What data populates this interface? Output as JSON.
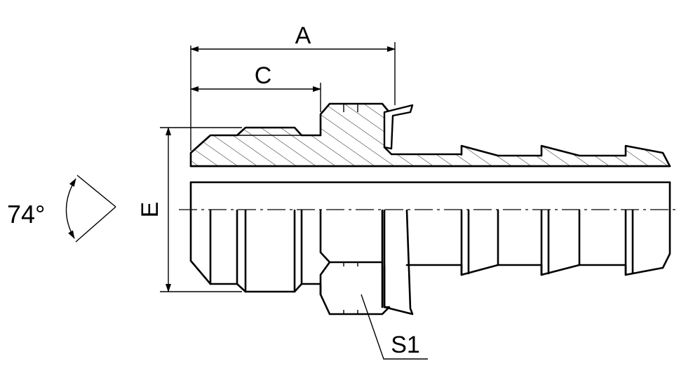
{
  "drawing": {
    "labels": {
      "dim_a": "A",
      "dim_c": "C",
      "dim_e": "E",
      "dim_s1": "S1",
      "angle": "74°"
    }
  }
}
